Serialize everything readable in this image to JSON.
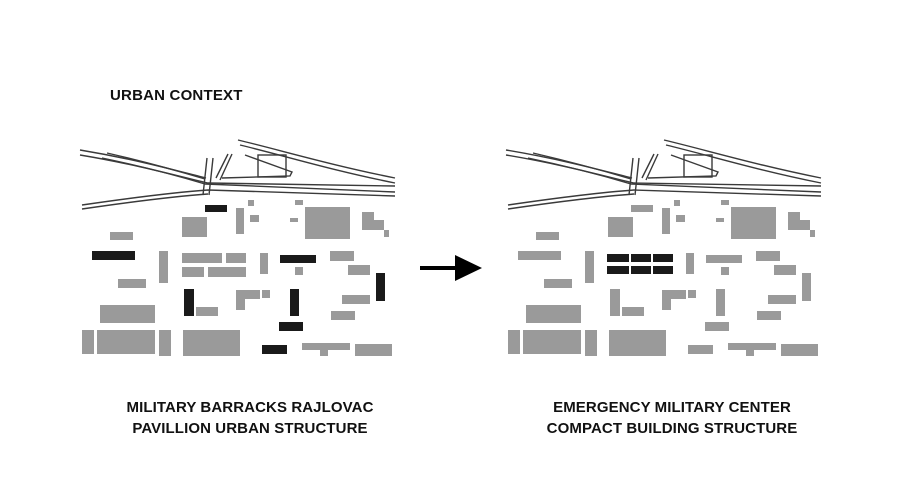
{
  "title": "URBAN CONTEXT",
  "left_panel": {
    "caption_line1": "MILITARY BARRACKS RAJLOVAC",
    "caption_line2": "PAVILLION URBAN STRUCTURE"
  },
  "right_panel": {
    "caption_line1": "EMERGENCY MILITARY CENTER",
    "caption_line2": "COMPACT BUILDING STRUCTURE"
  },
  "colors": {
    "building_gray": "#9a9a9a",
    "building_black": "#1a1a1a",
    "road_stroke": "#3a3a3a",
    "arrow": "#000000"
  }
}
